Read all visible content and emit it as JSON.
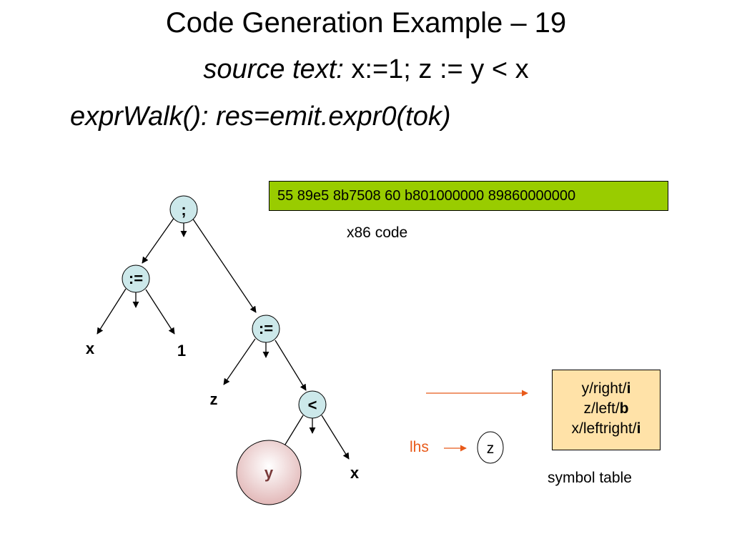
{
  "slide": {
    "title": "Code Generation Example – 19",
    "source_prefix": "source text:",
    "source_code": " x:=1; z := y < x",
    "walk": "exprWalk(): res=emit.expr0(tok)"
  },
  "code": {
    "bytes": "55 89e5 8b7508 60 b801000000 89860000000",
    "caption": "x86 code"
  },
  "tree": {
    "root": ";",
    "assign1": ":=",
    "assign1_left": "x",
    "assign1_right": "1",
    "assign2": ":=",
    "assign2_left": "z",
    "less": "<",
    "less_left": "y",
    "less_right": "x"
  },
  "lhs": {
    "label": "lhs",
    "value": "z"
  },
  "symbol_table": {
    "rows": [
      {
        "text": "y/right/",
        "bold": "i"
      },
      {
        "text": "z/left/",
        "bold": "b"
      },
      {
        "text": "x/leftright/",
        "bold": "i"
      }
    ],
    "caption": "symbol table"
  },
  "colors": {
    "node_fill": "#cce8ea",
    "code_box": "#99cc00",
    "symtab_fill": "#ffe2a8",
    "highlight_arrow": "#e85a1a"
  }
}
